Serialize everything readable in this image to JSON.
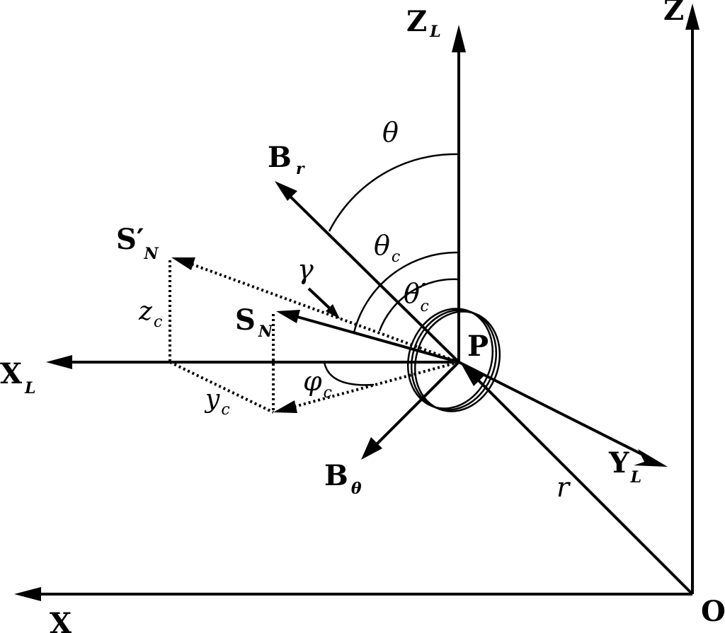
{
  "labels": {
    "Z": "Z",
    "ZL": "Z",
    "ZL_sub": "L",
    "X": "X",
    "XL": "X",
    "XL_sub": "L",
    "YL": "Y",
    "YL_sub": "L",
    "O": "O",
    "P": "P",
    "Br": "B",
    "Br_sub": "r",
    "Btheta": "B",
    "Btheta_sub": "θ",
    "SN": "S",
    "SN_sub": "N",
    "SNp": "S′",
    "SNp_sub": "N",
    "zc": "z",
    "zc_sub": "c",
    "yc": "y",
    "yc_sub": "c",
    "theta": "θ",
    "theta_c": "θ",
    "theta_c_sub": "c",
    "theta_cp": "θ′",
    "theta_cp_sub": "c",
    "gamma": "γ",
    "phi_c": "φ",
    "phi_c_sub": "c",
    "r": "r"
  }
}
